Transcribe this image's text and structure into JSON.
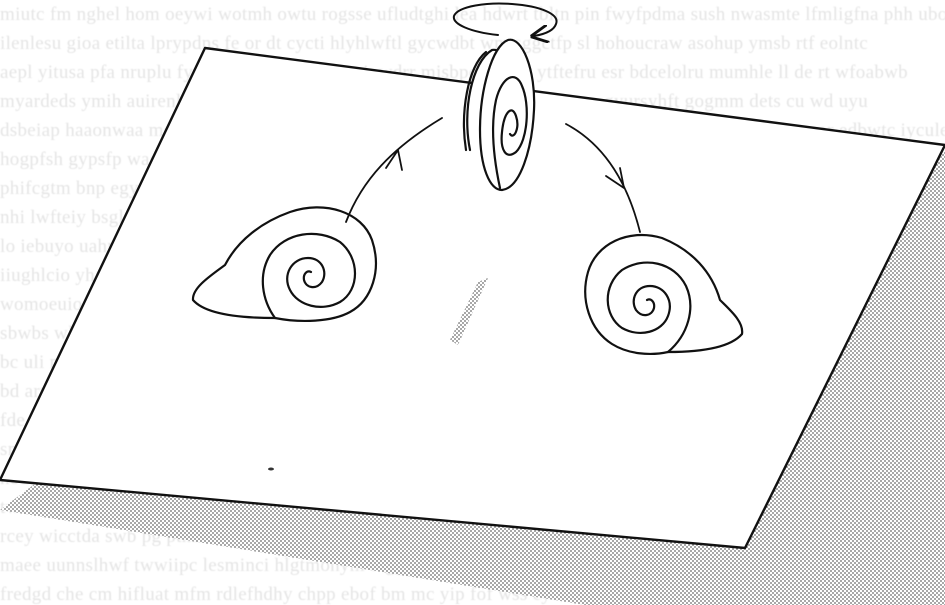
{
  "figure": {
    "ink_color": "#111111",
    "shadow_color": "#8a8a8a",
    "plane_color": "#ffffff",
    "bleed_text_color": "#cfcfcf",
    "elements": [
      "tilted-plane",
      "plane-shadow",
      "left-snail-shell",
      "flipping-snail-shell",
      "right-snail-shell",
      "rotation-arrow",
      "arc-arrow-up",
      "arc-arrow-down"
    ]
  }
}
